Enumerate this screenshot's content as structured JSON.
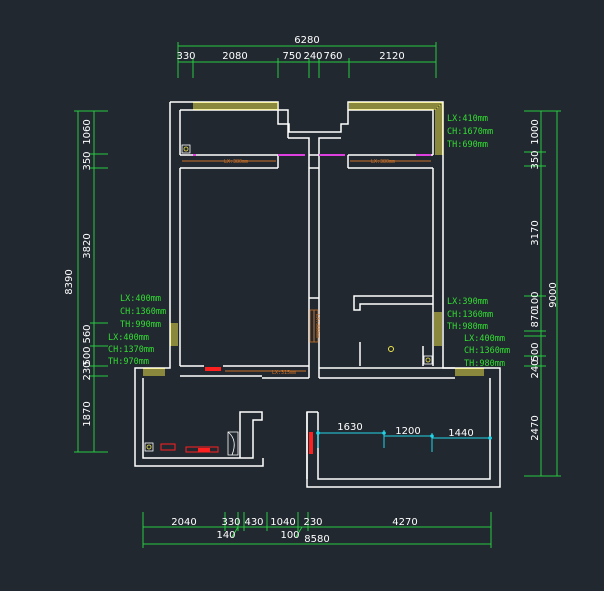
{
  "top_dims": {
    "total": "6280",
    "segments": [
      "330",
      "2080",
      "750",
      "240",
      "760",
      "2120"
    ]
  },
  "bottom_dims": {
    "total": "8580",
    "segments": [
      "2040",
      "330",
      "430",
      "1040",
      "230",
      "4270"
    ],
    "sub": [
      "140",
      "100"
    ]
  },
  "left_dims": {
    "total": "8390",
    "segments": [
      "1060",
      "350",
      "3820",
      "560",
      "500",
      "230",
      "1870"
    ]
  },
  "right_dims": {
    "total": "9000",
    "segments": [
      "1000",
      "350",
      "3170",
      "870",
      "100",
      "500",
      "240",
      "2470"
    ]
  },
  "window_notes": {
    "top_right": [
      "LX:410mm",
      "CH:1670mm",
      "TH:690mm"
    ],
    "left_upper": [
      "LX:400mm",
      "CH:1360mm",
      "TH:990mm"
    ],
    "left_lower": [
      "LX:400mm",
      "CH:1370mm",
      "TH:970mm"
    ],
    "right_upper": [
      "LX:390mm",
      "CH:1360mm",
      "TH:980mm"
    ],
    "right_lower": [
      "LX:400mm",
      "CH:1360mm",
      "TH:980mm"
    ]
  },
  "beam_labels": [
    "LX:380mm",
    "LX:380mm",
    "LX:315mm",
    "LX:380mm"
  ],
  "pipe_dims": [
    "1630",
    "1200",
    "1440"
  ],
  "colors": {
    "background": "#212830",
    "wall": "#ffffff",
    "dimension": "#27c93f",
    "window": "#f2e84a",
    "note": "#33dd33",
    "beam": "#c9722a",
    "pipe": "#22d3e6",
    "marker": "#ff2020"
  }
}
